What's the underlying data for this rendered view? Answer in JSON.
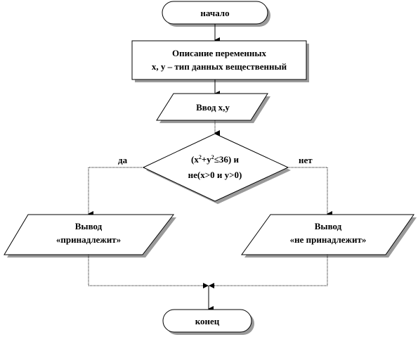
{
  "diagram": {
    "start": {
      "label": "начало"
    },
    "declare": {
      "line1": "Описание переменных",
      "line2": "x, y – тип данных вещественный"
    },
    "input": {
      "label": "Ввод x,y"
    },
    "condition": {
      "line1_pre": "(x",
      "line1_sup1": "2",
      "line1_mid": "+y",
      "line1_sup2": "2",
      "line1_post": "≤36) и",
      "line2": "не(x>0 и y>0)"
    },
    "branch_yes": {
      "label": "да"
    },
    "branch_no": {
      "label": "нет"
    },
    "output_yes": {
      "line1": "Вывод",
      "line2": "«принадлежит»"
    },
    "output_no": {
      "line1": "Вывод",
      "line2": "«не принадлежит»"
    },
    "end": {
      "label": "конец"
    }
  }
}
